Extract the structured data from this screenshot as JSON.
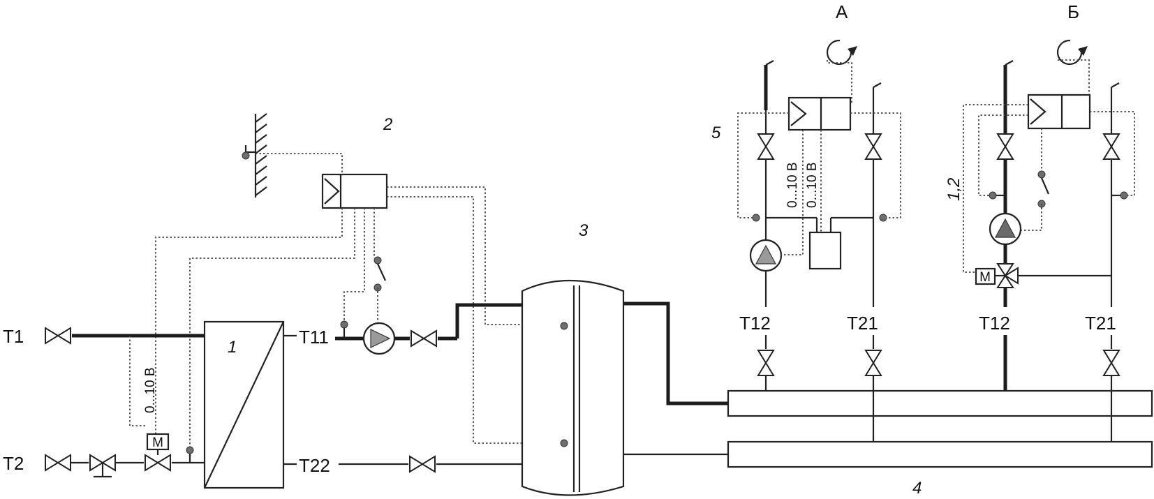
{
  "ports": {
    "t1": "T1",
    "t2": "T2",
    "t11": "T11",
    "t22": "T22",
    "t12_a": "T12",
    "t21_a": "T21",
    "t12_b": "T12",
    "t21_b": "T21"
  },
  "numbers": {
    "n1": "1",
    "n2": "2",
    "n3": "3",
    "n4": "4",
    "n5": "5",
    "n12": "1,2"
  },
  "circuits": {
    "a": "А",
    "b": "Б"
  },
  "signals": {
    "main": "0...10 В",
    "a_left": "0...10 В",
    "a_right": "0...10 В"
  },
  "actuator": {
    "motor": "M",
    "motor_b": "M"
  },
  "colors": {
    "pump_fill": "#9a9a9a",
    "pump_fill_dark": "#6a6a6a",
    "sensor": "#6e6e6e"
  }
}
